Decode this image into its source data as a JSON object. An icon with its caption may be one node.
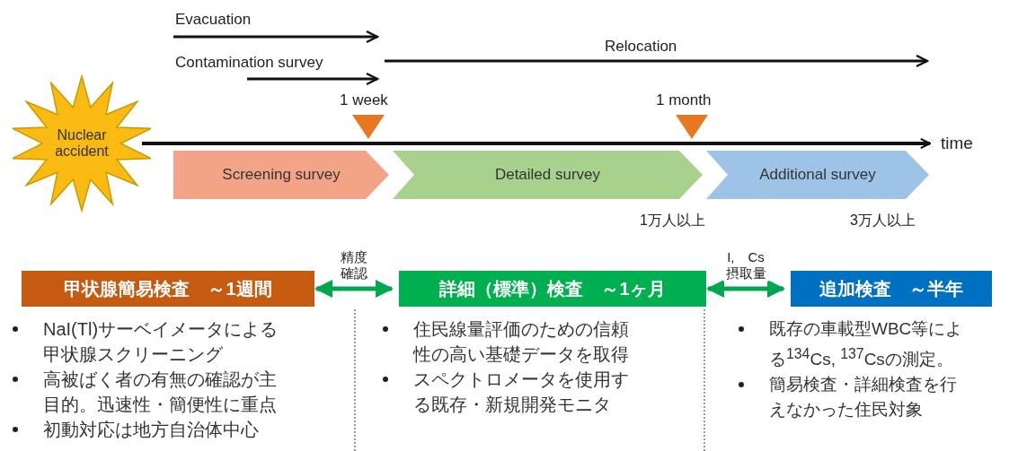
{
  "diagram": {
    "nodes": [
      {
        "text": [
          "Nuclear accident"
        ]
      },
      {
        "text": [
          "Screening survey"
        ]
      },
      {
        "text": [
          "Detailed survey"
        ]
      },
      {
        "text": [
          "Additional survey"
        ]
      },
      {
        "text": [
          "time"
        ]
      },
      {
        "text": [
          "甲状腺簡易検査　～1週間"
        ],
        "beside": [
          "NaI(Tl)サーベイメータによる甲状腺スクリーニング",
          "高被ばく者の有無の確認が主目的。迅速性・簡便性に重点",
          "初動対応は地方自治体中心"
        ]
      },
      {
        "text": [
          "詳細（標準）検査　～1ヶ月"
        ],
        "beside": [
          "住民線量評価のための信頼性の高い基礎データを取得",
          "スペクトロメータを使用する既存・新規開発モニタ"
        ]
      },
      {
        "text": [
          "追加検査　～半年"
        ],
        "beside": [
          "既存の車載型WBC等による$^{134}$Cs, $^{137}$Csの測定。",
          "簡易検査・詳細検査を行えなかった住民対象"
        ]
      }
    ],
    "edges": [
      {
        "from": 0,
        "to": 4,
        "arrow": "to",
        "color": "#111111"
      },
      {
        "from": 5,
        "to": 6,
        "arrow": "both",
        "label": "精度確認"
      },
      {
        "from": 6,
        "to": 7,
        "arrow": "both",
        "label": "I,　Cs摂取量"
      }
    ],
    "labels": [
      "Evacuation",
      "Contamination survey",
      "Relocation",
      "1 week",
      "1 month",
      "1万人以上",
      "3万人以上"
    ]
  }
}
